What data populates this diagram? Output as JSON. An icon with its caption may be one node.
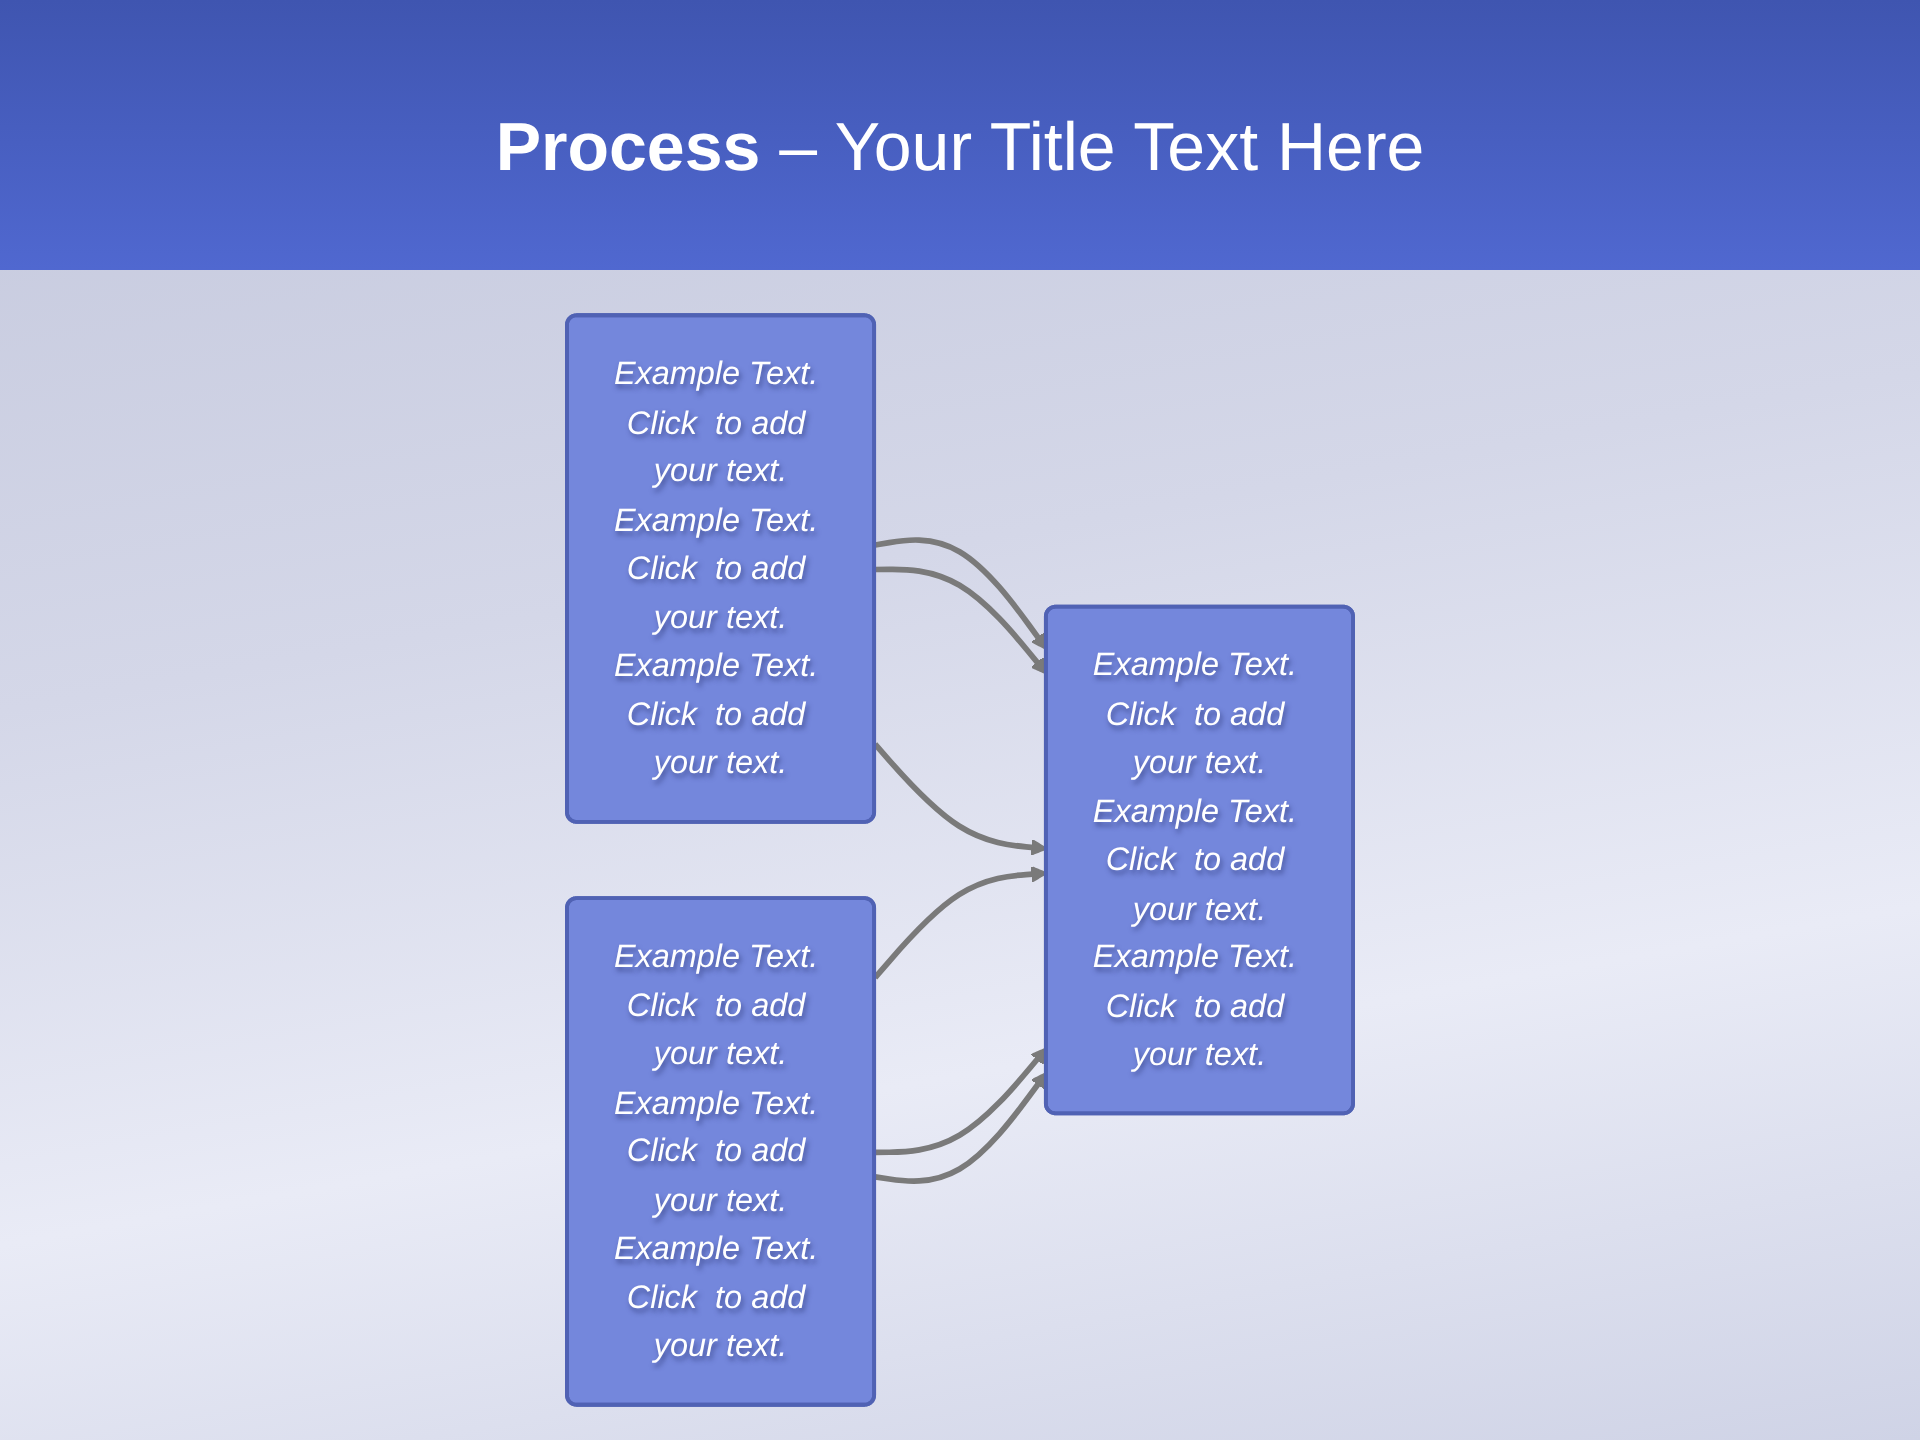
{
  "diagram": {
    "title": "**Process** – Your Title Text Here",
    "nodes": [
      {
        "text": [
          "Example Text. Click  to add your text.",
          "Example Text. Click  to add your text.",
          "Example Text. Click  to add your text."
        ]
      },
      {
        "text": [
          "Example Text. Click  to add your text.",
          "Example Text. Click  to add your text.",
          "Example Text. Click  to add your text."
        ]
      },
      {
        "text": [
          "Example Text. Click  to add your text.",
          "Example Text. Click  to add your text.",
          "Example Text. Click  to add your text."
        ]
      }
    ],
    "edges": [
      {
        "from": 0,
        "to": 1,
        "arrow": "to"
      },
      {
        "from": 0,
        "to": 1,
        "arrow": "to"
      },
      {
        "from": 0,
        "to": 1,
        "arrow": "to"
      },
      {
        "from": 2,
        "to": 1,
        "arrow": "to"
      },
      {
        "from": 2,
        "to": 1,
        "arrow": "to"
      },
      {
        "from": 2,
        "to": 1,
        "arrow": "to"
      }
    ]
  }
}
